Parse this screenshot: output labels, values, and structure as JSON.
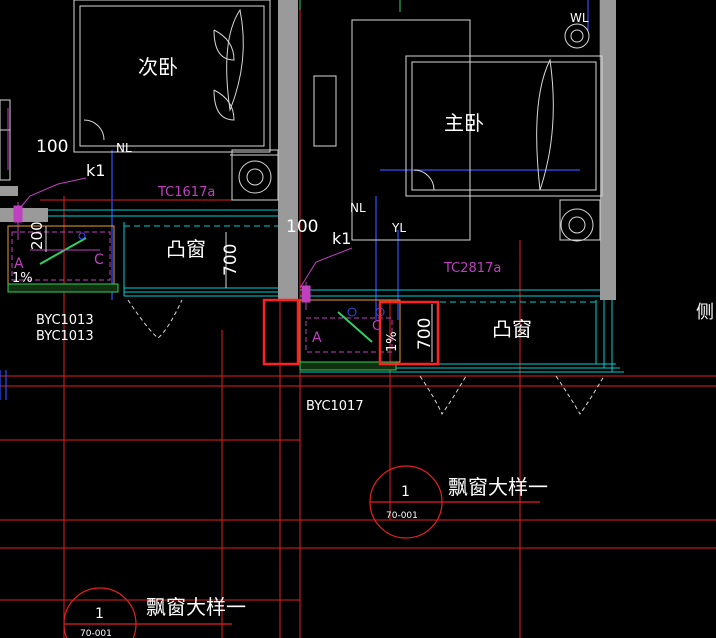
{
  "labels": {
    "room_secondary_bedroom": "次卧",
    "room_master_bedroom": "主卧",
    "bay_window_left": "凸窗",
    "bay_window_right": "凸窗",
    "dim_100_left": "100",
    "dim_100_right": "100",
    "dim_200": "200",
    "dim_700_left": "700",
    "dim_700_right": "700",
    "tag_nl_left": "NL",
    "tag_nl_right": "NL",
    "tag_yl": "YL",
    "tag_wl": "WL",
    "tag_k1_left": "k1",
    "tag_k1_right": "k1",
    "window_tc1617": "TC1617a",
    "window_tc2817": "TC2817a",
    "byc_left_1": "BYC1013",
    "byc_left_2": "BYC1013",
    "byc_right": "BYC1017",
    "callout_right_title": "飘窗大样一",
    "callout_right_num": "1",
    "callout_right_sheet": "70-001",
    "callout_left_title": "飘窗大样一",
    "callout_left_num": "1",
    "callout_left_sheet": "70-001",
    "letter_a_left": "A",
    "letter_c_left": "C",
    "letter_a_right": "A",
    "letter_c_right": "C",
    "pct_left": "1%",
    "pct_right": "1%",
    "edge_char": "侧"
  },
  "colors": {
    "background": "#000000",
    "wall": "#9a9a9a",
    "line_white": "#e0e0e0",
    "line_red": "#e02020",
    "line_blue": "#3050ff",
    "line_cyan": "#00d0d0",
    "line_magenta": "#c040c0",
    "line_green": "#30d060",
    "highlight_box": "#ff2020"
  }
}
